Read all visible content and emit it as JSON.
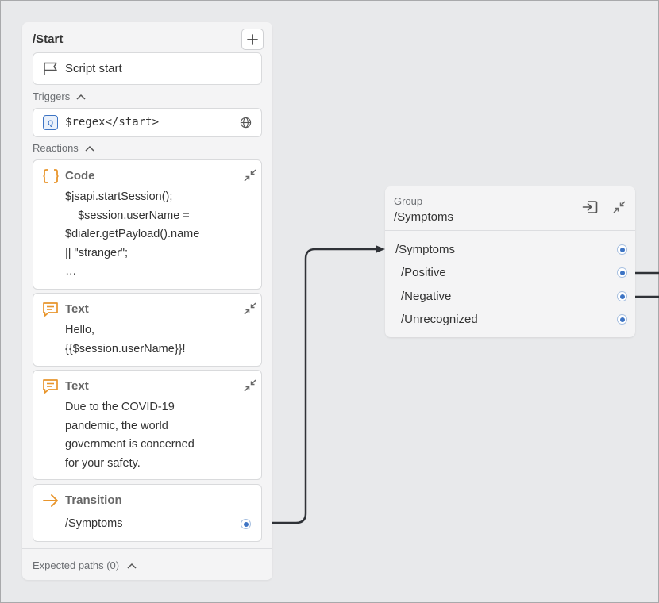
{
  "start_screen": {
    "title": "/Start",
    "script_start_label": "Script start",
    "triggers_label": "Triggers",
    "trigger": {
      "text": "$regex</start>",
      "type_badge": "Q"
    },
    "reactions_label": "Reactions",
    "reactions": [
      {
        "type": "Code",
        "lines": [
          "$jsapi.startSession();",
          "    $session.userName =",
          "$dialer.getPayload().name",
          "|| \"stranger\";",
          "…"
        ]
      },
      {
        "type": "Text",
        "lines": [
          "Hello,",
          "{{$session.userName}}!"
        ]
      },
      {
        "type": "Text",
        "lines": [
          "Due to the COVID-19",
          "pandemic, the world",
          "government is concerned",
          "for your safety."
        ]
      },
      {
        "type": "Transition",
        "target": "/Symptoms"
      }
    ],
    "expected_paths_label": "Expected paths (0)"
  },
  "group_node": {
    "label": "Group",
    "name": "/Symptoms",
    "rows": [
      "/Symptoms",
      "/Positive",
      "/Negative",
      "/Unrecognized"
    ]
  },
  "colors": {
    "canvas": "#e8e9eb",
    "card": "#f4f4f5",
    "accent_orange": "#e8952c",
    "accent_blue": "#3d74c4",
    "connector": "#2f3237"
  },
  "icons": {
    "add": "plus-icon",
    "script_start": "flag-icon",
    "trigger": "regex-icon",
    "globe": "globe-icon",
    "code": "curly-braces-icon",
    "text": "message-icon",
    "transition": "arrow-right-icon",
    "collapse": "collapse-icon",
    "group_enter": "enter-icon"
  }
}
